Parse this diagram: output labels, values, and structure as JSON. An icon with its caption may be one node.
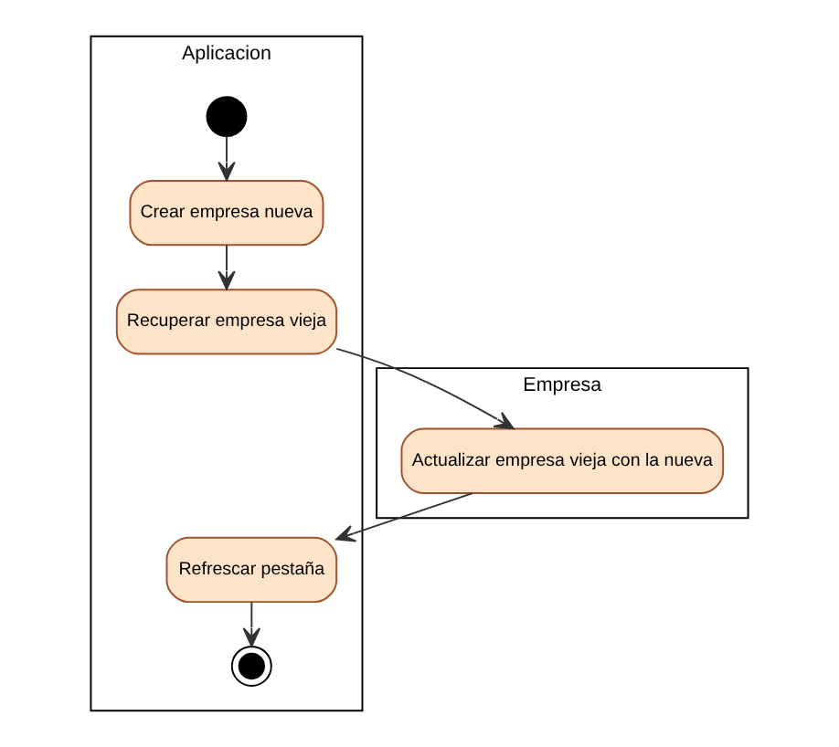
{
  "diagram": {
    "nodes": [
      {
        "text": [
          "Aplicacion"
        ]
      },
      {
        "text": [
          "Empresa"
        ]
      },
      {
        "text": [],
        "shape": "circle",
        "in": 0
      },
      {
        "text": [
          "Crear empresa nueva"
        ],
        "in": 0
      },
      {
        "text": [
          "Recuperar empresa vieja"
        ],
        "in": 0
      },
      {
        "text": [
          "Actualizar empresa vieja con la nueva"
        ],
        "in": 1
      },
      {
        "text": [
          "Refrescar pestaña"
        ],
        "in": 0
      },
      {
        "text": [],
        "shape": "bullseye",
        "in": 0
      }
    ],
    "edges": [
      {
        "from": 2,
        "to": 3,
        "arrow": "to"
      },
      {
        "from": 3,
        "to": 4,
        "arrow": "to"
      },
      {
        "from": 4,
        "to": 5,
        "arrow": "to"
      },
      {
        "from": 5,
        "to": 6,
        "arrow": "to"
      },
      {
        "from": 6,
        "to": 7,
        "arrow": "to"
      }
    ]
  }
}
